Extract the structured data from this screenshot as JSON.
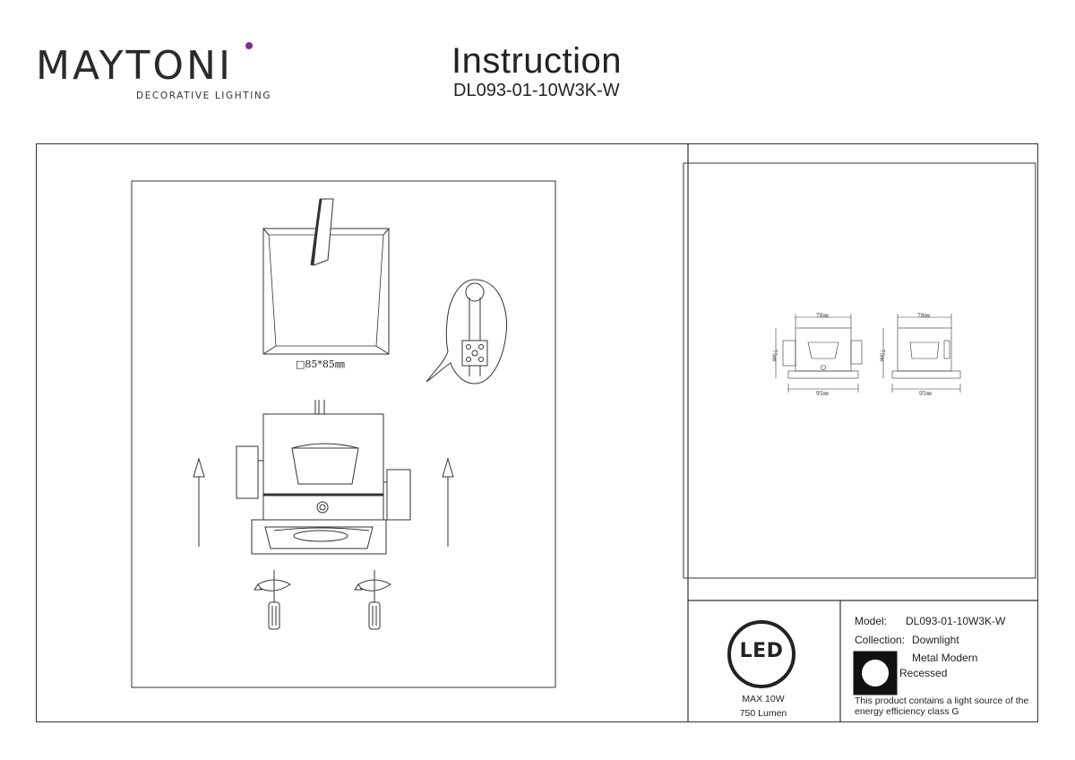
{
  "header": {
    "logo_text": "MAYTONI",
    "logo_subtitle": "DECORATIVE LIGHTING",
    "title": "Instruction",
    "model_code": "DL093-01-10W3K-W"
  },
  "drawing": {
    "cutout_label": "□85*85㎜",
    "dim_top_left": "78㎜",
    "dim_side_left": "75㎜",
    "dim_bottom_left": "95㎜",
    "dim_top_right": "78㎜",
    "dim_side_right": "75㎜",
    "dim_bottom_right": "95㎜"
  },
  "info": {
    "led_badge": "LED",
    "max_power": "MAX 10W",
    "lumen": "750 Lumen",
    "model_label": "Model:",
    "model_value": "DL093-01-10W3K-W",
    "collection_label": "Collection:",
    "collection_value": "Downlight",
    "style_value": "Metal Modern",
    "mount_value": "Recessed",
    "energy_note_line1": "This product contains a light source of the",
    "energy_note_line2": "energy efficiency class G"
  },
  "colors": {
    "brand_dot": "#7a2e8c",
    "line": "#333333"
  }
}
